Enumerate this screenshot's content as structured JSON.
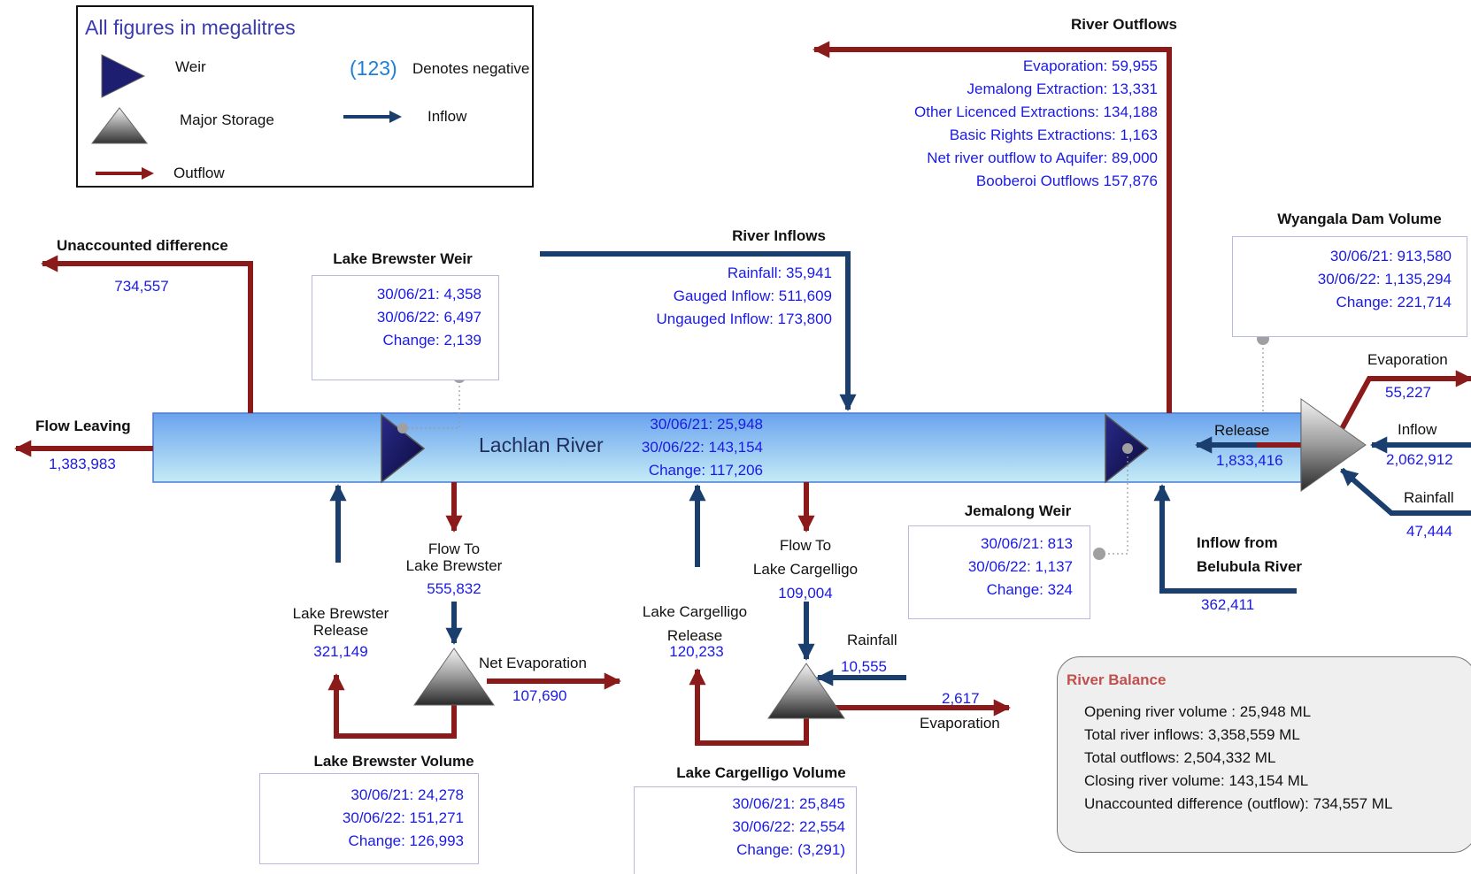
{
  "legend": {
    "title": "All figures in megalitres",
    "weir": "Weir",
    "major_storage": "Major Storage",
    "outflow": "Outflow",
    "negative_example": "(123)",
    "negative_label": "Denotes negative",
    "inflow": "Inflow"
  },
  "colors": {
    "outflow": "#8b1a1a",
    "inflow": "#1a3f6e",
    "value_text": "#1a1ae6",
    "river_top": "#6aa3ee",
    "river_bottom": "#bfe7f5",
    "balance_title": "#c0504d"
  },
  "river": {
    "name": "Lachlan River",
    "opening": "30/06/21:   25,948",
    "closing": "30/06/22:   143,154",
    "change": "Change:   117,206"
  },
  "river_outflows": {
    "title": "River Outflows",
    "items": [
      "Evaporation:   59,955",
      "Jemalong Extraction:   13,331",
      "Other Licenced Extractions:  134,188",
      "Basic Rights Extractions:  1,163",
      "Net river outflow to Aquifer:  89,000",
      "Booberoi Outflows  157,876"
    ]
  },
  "river_inflows": {
    "title": "River Inflows",
    "items": [
      "Rainfall:  35,941",
      "Gauged Inflow:   511,609",
      "Ungauged Inflow:   173,800"
    ]
  },
  "unaccounted": {
    "title": "Unaccounted difference",
    "value": "734,557"
  },
  "flow_leaving": {
    "title": "Flow Leaving",
    "value": "1,383,983"
  },
  "brewster_weir": {
    "title": "Lake Brewster Weir",
    "rows": [
      "30/06/21:   4,358",
      "30/06/22:   6,497",
      "Change:   2,139"
    ]
  },
  "wyangala": {
    "title": "Wyangala Dam Volume",
    "rows": [
      "30/06/21:   913,580",
      "30/06/22:   1,135,294",
      "Change:   221,714"
    ],
    "evaporation_label": "Evaporation",
    "evaporation_value": "55,227",
    "inflow_label": "Inflow",
    "inflow_value": "2,062,912",
    "rainfall_label": "Rainfall",
    "rainfall_value": "47,444",
    "release_label": "Release",
    "release_value": "1,833,416"
  },
  "jemalong_weir": {
    "title": "Jemalong Weir",
    "rows": [
      "30/06/21:   813",
      "30/06/22:   1,137",
      "Change:   324"
    ]
  },
  "belubula": {
    "line1": "Inflow from",
    "line2": "Belubula River",
    "value": "362,411"
  },
  "flow_to_brewster": {
    "line1": "Flow To",
    "line2": "Lake Brewster",
    "value": "555,832"
  },
  "brewster_release": {
    "line1": "Lake Brewster",
    "line2": "Release",
    "value": "321,149"
  },
  "brewster_evap": {
    "label": "Net Evaporation",
    "value": "107,690"
  },
  "brewster_volume": {
    "title": "Lake Brewster Volume",
    "rows": [
      "30/06/21:   24,278",
      "30/06/22:   151,271",
      "Change:   126,993"
    ]
  },
  "cargelligo_release": {
    "line1": "Lake Cargelligo",
    "line2": "Release",
    "value": "120,233"
  },
  "flow_to_cargelligo": {
    "line1": "Flow To",
    "line2": "Lake Cargelligo",
    "value": "109,004"
  },
  "cargelligo_rainfall": {
    "label": "Rainfall",
    "value": "10,555"
  },
  "cargelligo_evap": {
    "label": "Evaporation",
    "value": "2,617"
  },
  "cargelligo_volume": {
    "title": "Lake Cargelligo Volume",
    "rows": [
      "30/06/21:   25,845",
      "30/06/22:   22,554",
      "Change:   (3,291)"
    ]
  },
  "balance": {
    "title": "River Balance",
    "lines": [
      "Opening river volume : 25,948 ML",
      "Total river inflows: 3,358,559 ML",
      "Total outflows: 2,504,332 ML",
      "Closing river volume: 143,154 ML",
      "Unaccounted difference (outflow): 734,557 ML"
    ]
  }
}
